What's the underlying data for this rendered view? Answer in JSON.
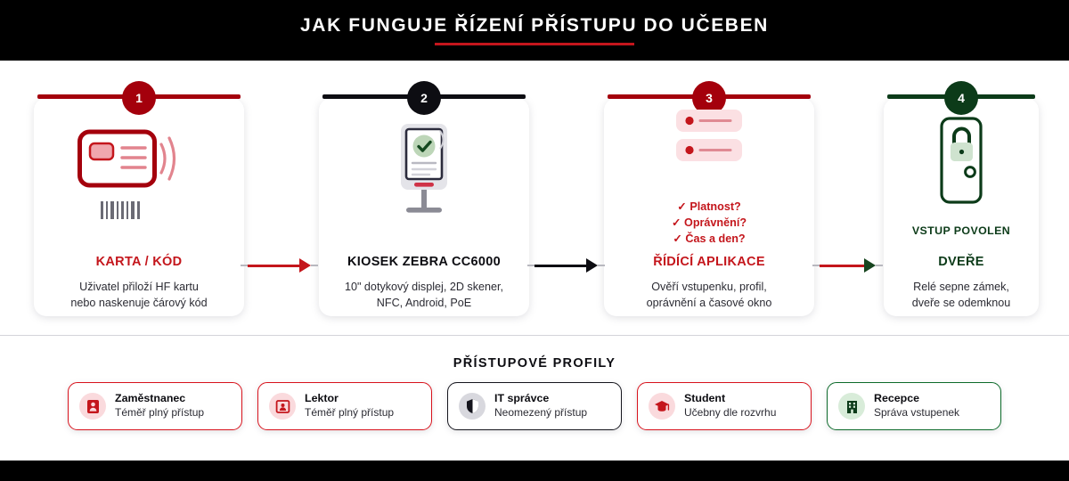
{
  "header": {
    "title": "JAK FUNGUJE ŘÍZENÍ PŘÍSTUPU DO UČEBEN"
  },
  "colors": {
    "red": "#c4161c",
    "dark_red": "#a4000c",
    "black": "#0d0d12",
    "green": "#0c3b19",
    "pink": "#f6c9ce",
    "light_green": "#cfe3cf",
    "gray": "#6b6b75"
  },
  "steps": [
    {
      "number": "1",
      "title": "KARTA / KÓD",
      "desc": "Uživatel přiloží HF kartu\nnebo naskenuje čárový kód",
      "icon": "rfid-card-icon",
      "accent": "red"
    },
    {
      "number": "2",
      "title": "KIOSEK ZEBRA CC6000",
      "desc": "10\" dotykový displej, 2D skener,\nNFC, Android, PoE",
      "icon": "kiosk-icon",
      "accent": "black"
    },
    {
      "number": "3",
      "title": "ŘÍDÍCÍ APLIKACE",
      "desc": "Ověří vstupenku, profil,\noprávnění a časové okno",
      "icon": "rules-list-icon",
      "accent": "red",
      "checks": [
        "✓ Platnost?",
        "✓ Oprávnění?",
        "✓ Čas a den?"
      ]
    },
    {
      "number": "4",
      "title": "DVEŘE",
      "desc": "Relé sepne zámek,\ndveře se odemknou",
      "icon": "door-unlock-icon",
      "accent": "green",
      "status_label": "VSTUP POVOLEN"
    }
  ],
  "arrows": [
    {
      "shaft_color": "#c4161c",
      "head_color": "#c4161c"
    },
    {
      "shaft_color": "#0d0d12",
      "head_color": "#0d0d12"
    },
    {
      "shaft_color": "#c4161c",
      "head_color": "#17451f"
    }
  ],
  "profiles": {
    "title": "PŘÍSTUPOVÉ PROFILY",
    "items": [
      {
        "name": "Zaměstnanec",
        "access": "Téměř plný přístup",
        "icon": "employee-badge-icon",
        "style": "red"
      },
      {
        "name": "Lektor",
        "access": "Téměř plný přístup",
        "icon": "lecturer-icon",
        "style": "red"
      },
      {
        "name": "IT správce",
        "access": "Neomezený přístup",
        "icon": "shield-icon",
        "style": "black"
      },
      {
        "name": "Student",
        "access": "Učebny dle rozvrhu",
        "icon": "graduation-cap-icon",
        "style": "red"
      },
      {
        "name": "Recepce",
        "access": "Správa vstupenek",
        "icon": "building-icon",
        "style": "green"
      }
    ]
  }
}
